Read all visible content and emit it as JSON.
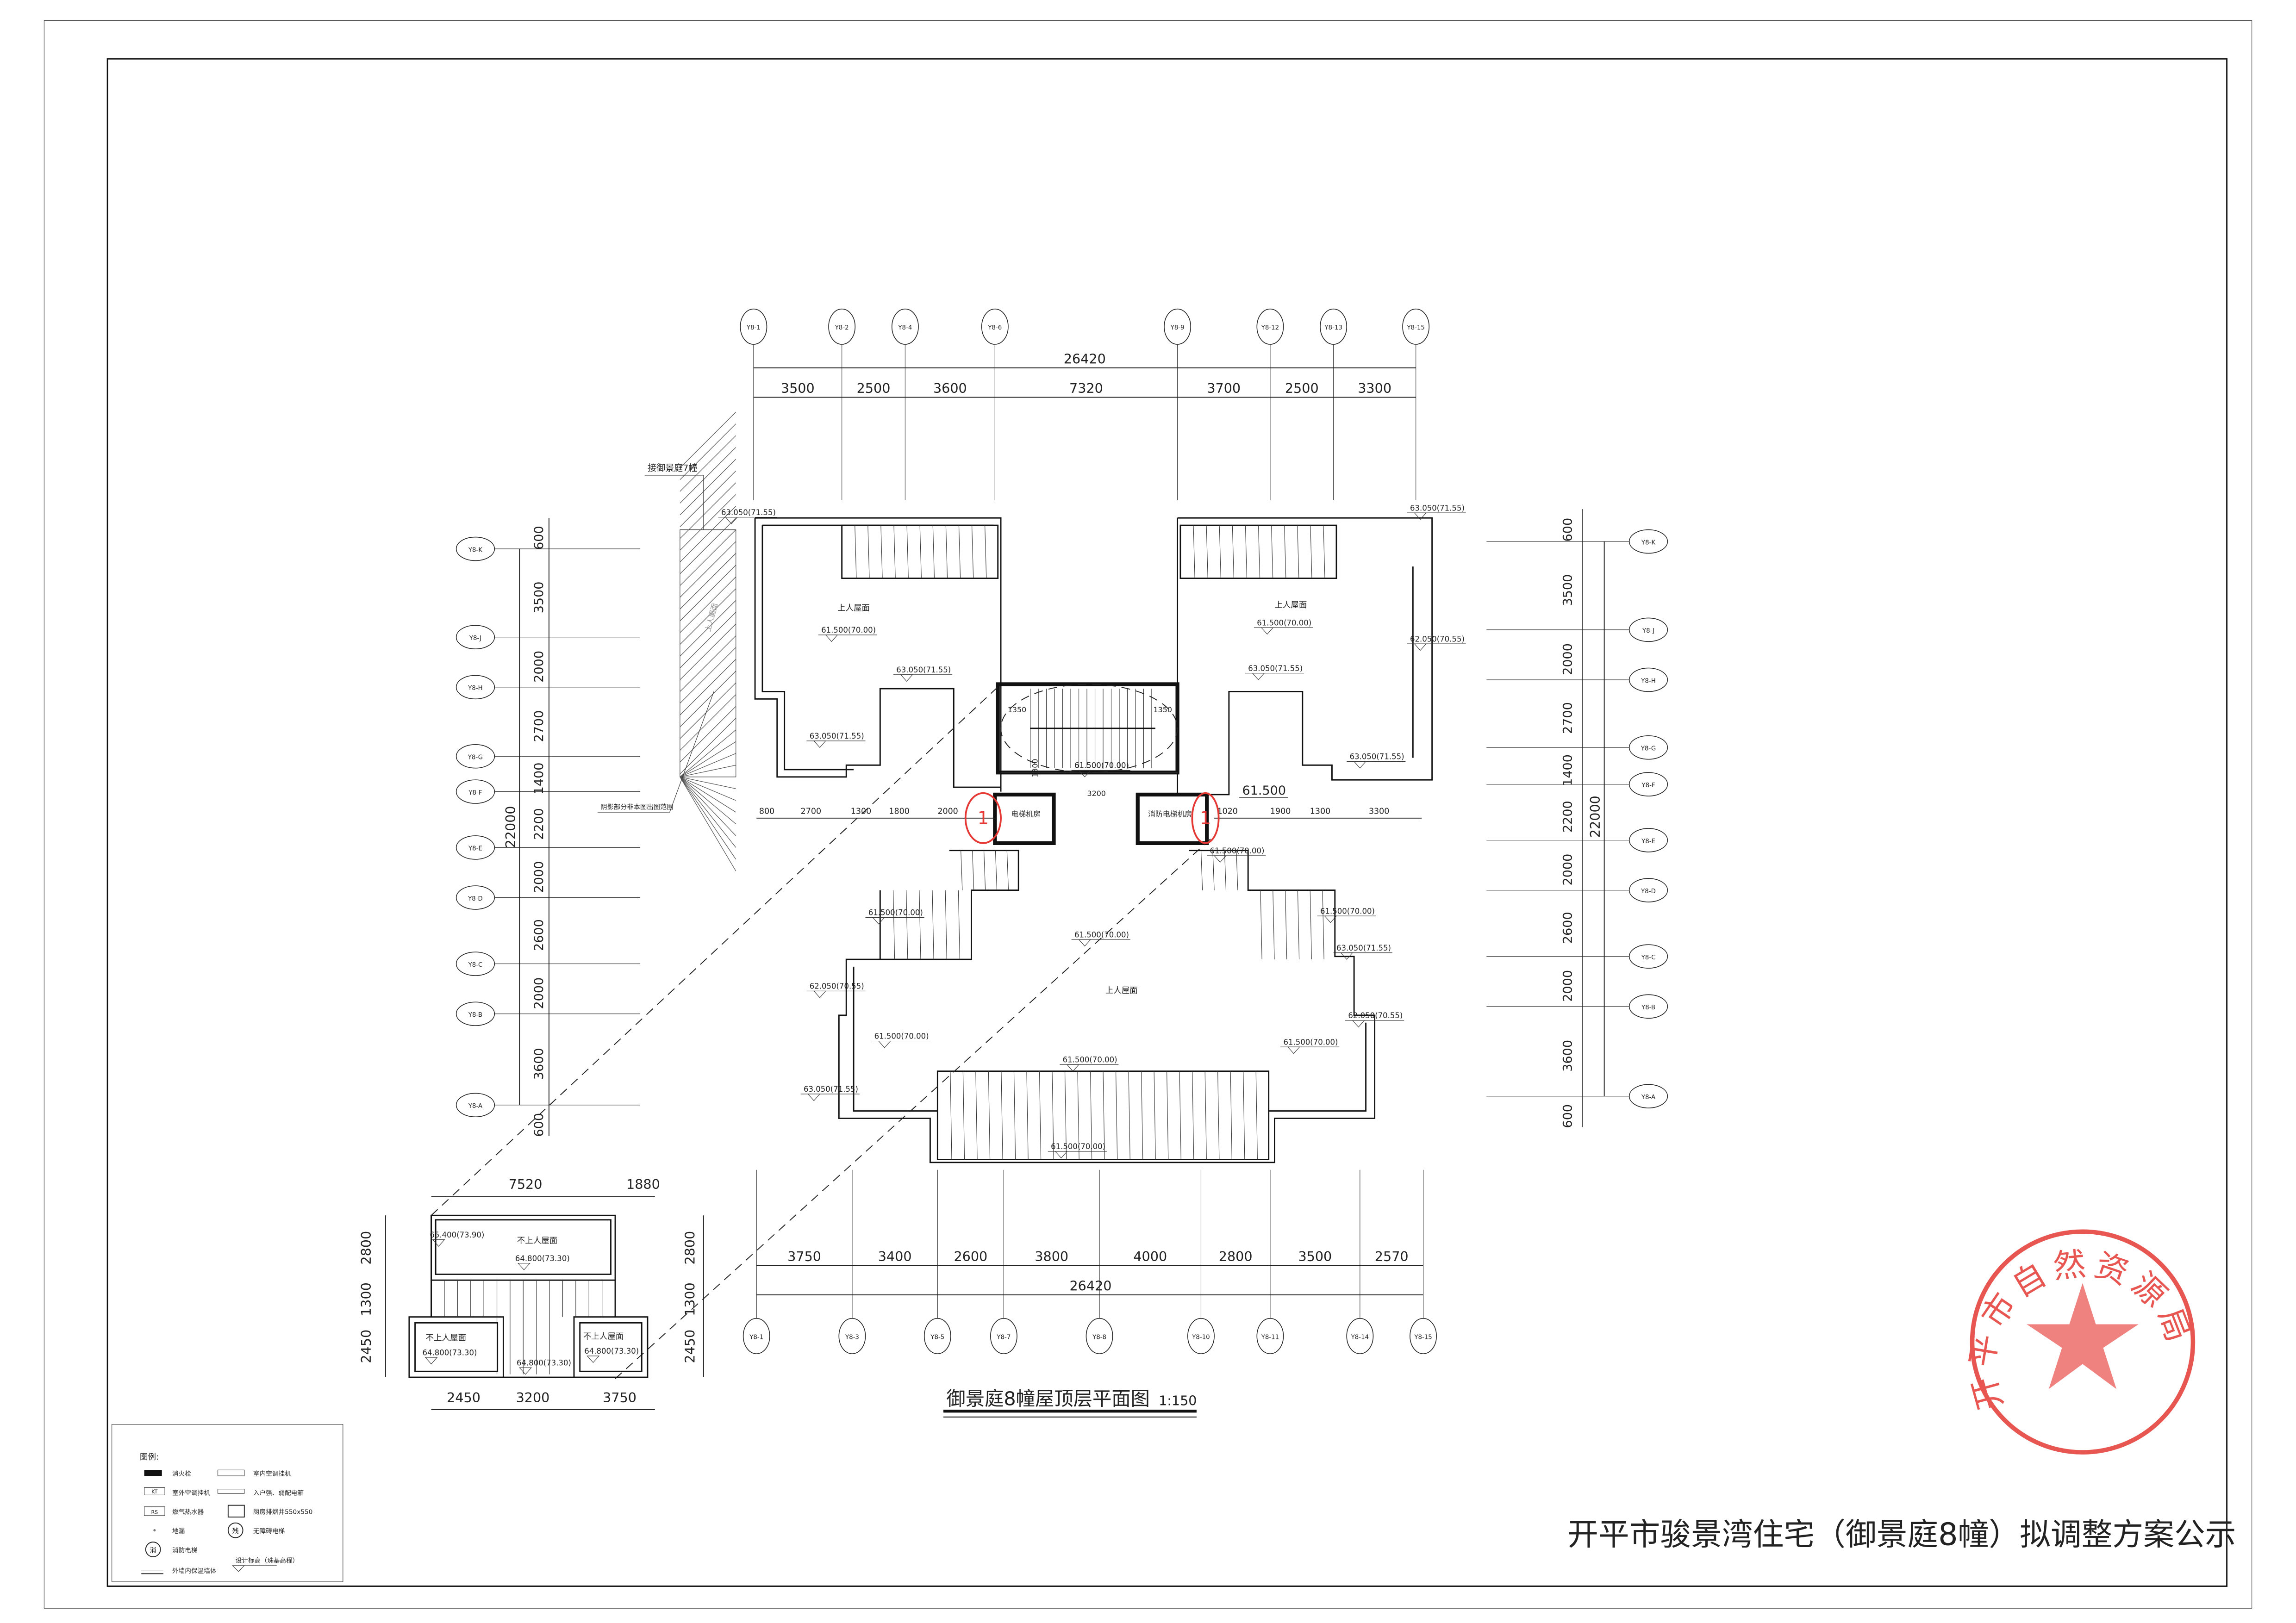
{
  "sheet_title": "开平市骏景湾住宅（御景庭8幢）拟调整方案公示",
  "drawing_title": "御景庭8幢屋顶层平面图",
  "drawing_scale": "1:150",
  "stamp": {
    "text": "开平市自然资源局",
    "color": "#e53935"
  },
  "top_axes": {
    "labels": [
      "Y8-1",
      "Y8-2",
      "Y8-4",
      "Y8-6",
      "Y8-9",
      "Y8-12",
      "Y8-13",
      "Y8-15"
    ],
    "total": "26420",
    "spans": [
      "3500",
      "2500",
      "3600",
      "7320",
      "3700",
      "2500",
      "3300"
    ]
  },
  "bottom_axes": {
    "labels": [
      "Y8-1",
      "Y8-3",
      "Y8-5",
      "Y8-7",
      "Y8-8",
      "Y8-10",
      "Y8-11",
      "Y8-14",
      "Y8-15"
    ],
    "total": "26420",
    "spans": [
      "3750",
      "3400",
      "2600",
      "3800",
      "4000",
      "2800",
      "3500",
      "2570"
    ]
  },
  "left_axes": {
    "labels": [
      "Y8-K",
      "Y8-J",
      "Y8-H",
      "Y8-G",
      "Y8-F",
      "Y8-E",
      "Y8-D",
      "Y8-C",
      "Y8-B",
      "Y8-A"
    ],
    "total": "22000",
    "spans": [
      "600",
      "3500",
      "2000",
      "2700",
      "1400",
      "2200",
      "2000",
      "2600",
      "2000",
      "3600",
      "600"
    ]
  },
  "right_axes": {
    "labels": [
      "Y8-K",
      "Y8-J",
      "Y8-H",
      "Y8-G",
      "Y8-F",
      "Y8-E",
      "Y8-D",
      "Y8-C",
      "Y8-B",
      "Y8-A"
    ],
    "total": "22000",
    "spans": [
      "600",
      "3500",
      "2000",
      "2700",
      "1400",
      "2200",
      "2000",
      "2600",
      "2000",
      "3600",
      "600"
    ]
  },
  "mid_dims_left": [
    "800",
    "2700",
    "1300",
    "1800",
    "2000"
  ],
  "mid_dims_right": [
    "1020",
    "1900",
    "1300",
    "3300"
  ],
  "mid_level_right": "61.500",
  "core_dims": {
    "stair_left": "1350",
    "stair_right": "1350",
    "lobby_depth": "1300",
    "lobby_width": "3200"
  },
  "rooms": {
    "elevator_machine": "电梯机房",
    "fire_elevator_machine": "消防电梯机房",
    "revision_mark": "1"
  },
  "annotations": {
    "connect_building": "接御景庭7幢",
    "shaded_note": "阴影部分非本图出图范围",
    "ghost_roof": "上人屋面"
  },
  "roof_labels": [
    "上人屋面",
    "上人屋面",
    "上人屋面"
  ],
  "elevations": [
    "63.050(71.55)",
    "63.050(71.55)",
    "61.500(70.00)",
    "61.500(70.00)",
    "62.050(70.55)",
    "63.050(71.55)",
    "63.050(71.55)",
    "63.050(71.55)",
    "63.050(71.55)",
    "61.500(70.00)",
    "61.500(70.00)",
    "61.500(70.00)",
    "61.500(70.00)",
    "61.500(70.00)",
    "63.050(71.55)",
    "62.050(70.55)",
    "62.050(70.55)",
    "61.500(70.00)",
    "61.500(70.00)",
    "61.500(70.00)",
    "63.050(71.55)",
    "61.500(70.00)"
  ],
  "inset": {
    "top_dims": [
      "7520",
      "1880"
    ],
    "bottom_dims": [
      "2450",
      "3200",
      "3750"
    ],
    "left_dims": [
      "2800",
      "1300",
      "2450"
    ],
    "right_dims": [
      "2800",
      "1300",
      "2450"
    ],
    "roof_labels": [
      "不上人屋面",
      "不上人屋面",
      "不上人屋面"
    ],
    "elevations": [
      "65.400(73.90)",
      "64.800(73.30)",
      "64.800(73.30)",
      "64.800(73.30)",
      "64.800(73.30)"
    ]
  },
  "legend": {
    "title": "图例:",
    "items": [
      "消火栓",
      "室内空调挂机",
      "室外空调挂机",
      "入户强、弱配电箱",
      "燃气热水器",
      "厨房排烟井550x550",
      "地漏",
      "无障碍电梯",
      "消防电梯",
      "设计标高（珠基高程）",
      "外墙内保温墙体"
    ],
    "symbols": {
      "kt": "KT",
      "rs": "RS",
      "accessible": "残",
      "fire": "消"
    }
  }
}
